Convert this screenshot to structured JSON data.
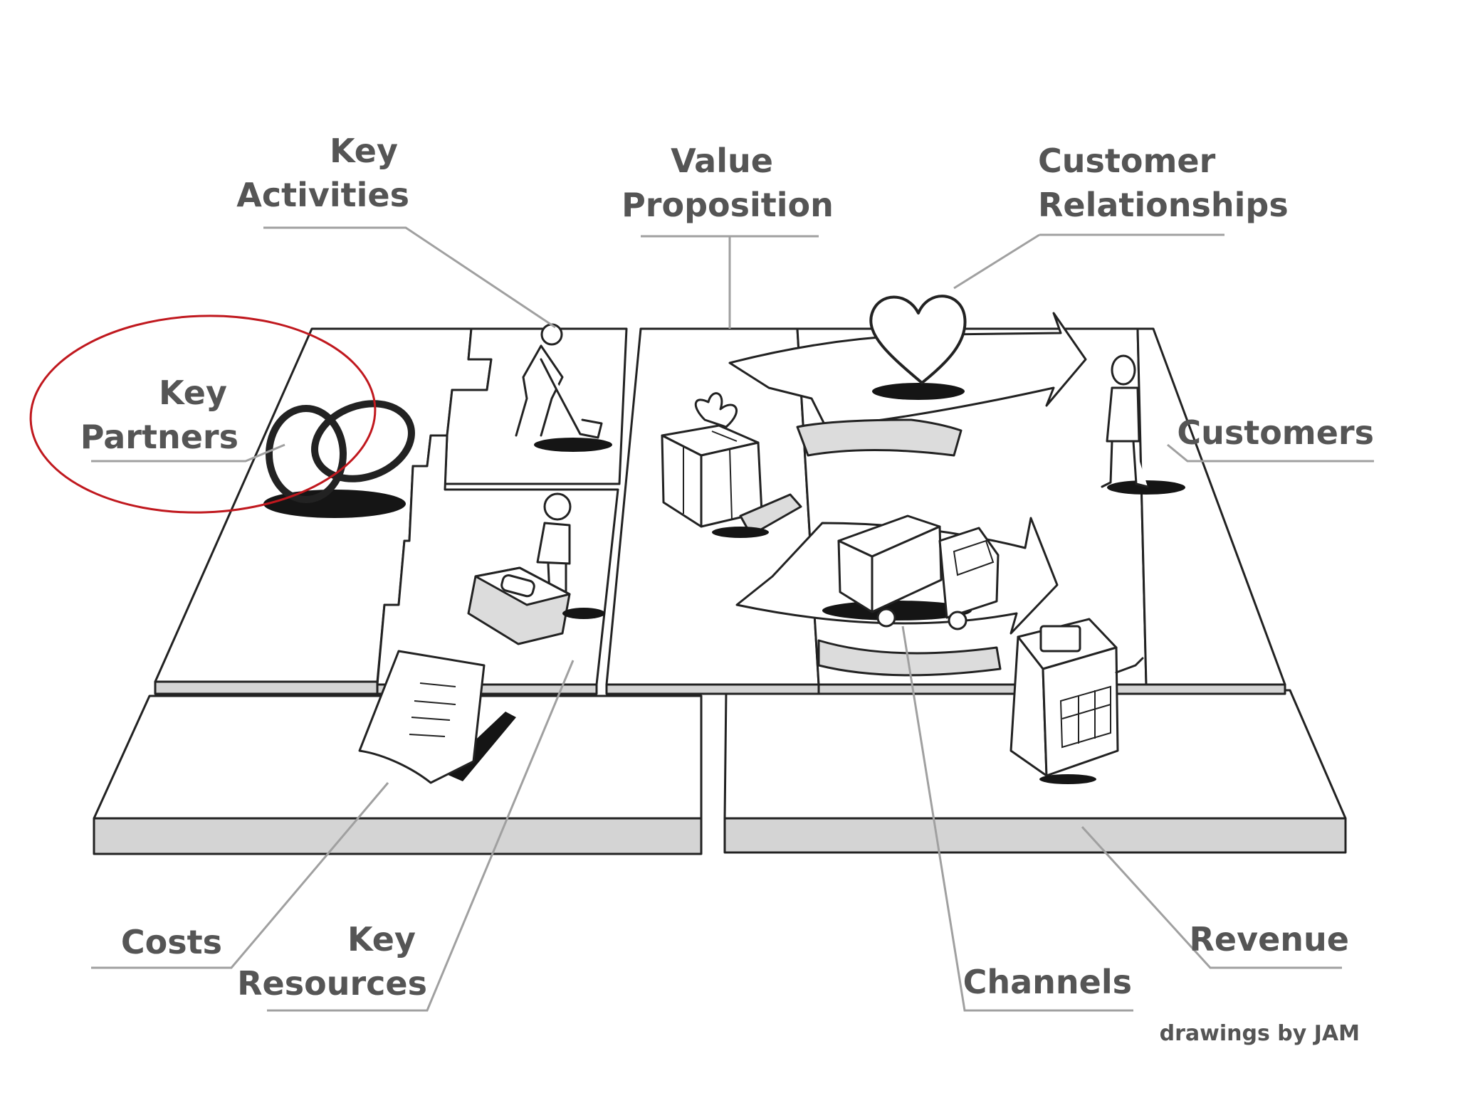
{
  "labels": {
    "key_activities": [
      "Key",
      "Activities"
    ],
    "value_proposition": [
      "Value",
      "Proposition"
    ],
    "customer_relationships": [
      "Customer",
      "Relationships"
    ],
    "key_partners": [
      "Key",
      "Partners"
    ],
    "customers": "Customers",
    "costs": "Costs",
    "key_resources": [
      "Key",
      "Resources"
    ],
    "channels": "Channels",
    "revenue": "Revenue"
  },
  "credit": "drawings by JAM",
  "colors": {
    "highlight_circle": "#c0181e",
    "label_text": "#555555",
    "leader_line": "#a0a0a0"
  },
  "icons": {
    "key_partners": "interlocked-rings-icon",
    "key_activities": "person-digging-icon",
    "key_resources": "person-with-machine-icon",
    "value_proposition": "gift-box-icon",
    "customer_relationships": "heart-icon",
    "channels": "delivery-truck-icon",
    "customers": "standing-person-icon",
    "costs": "bill-document-icon",
    "revenue": "cash-register-icon"
  },
  "highlight": "key_partners"
}
